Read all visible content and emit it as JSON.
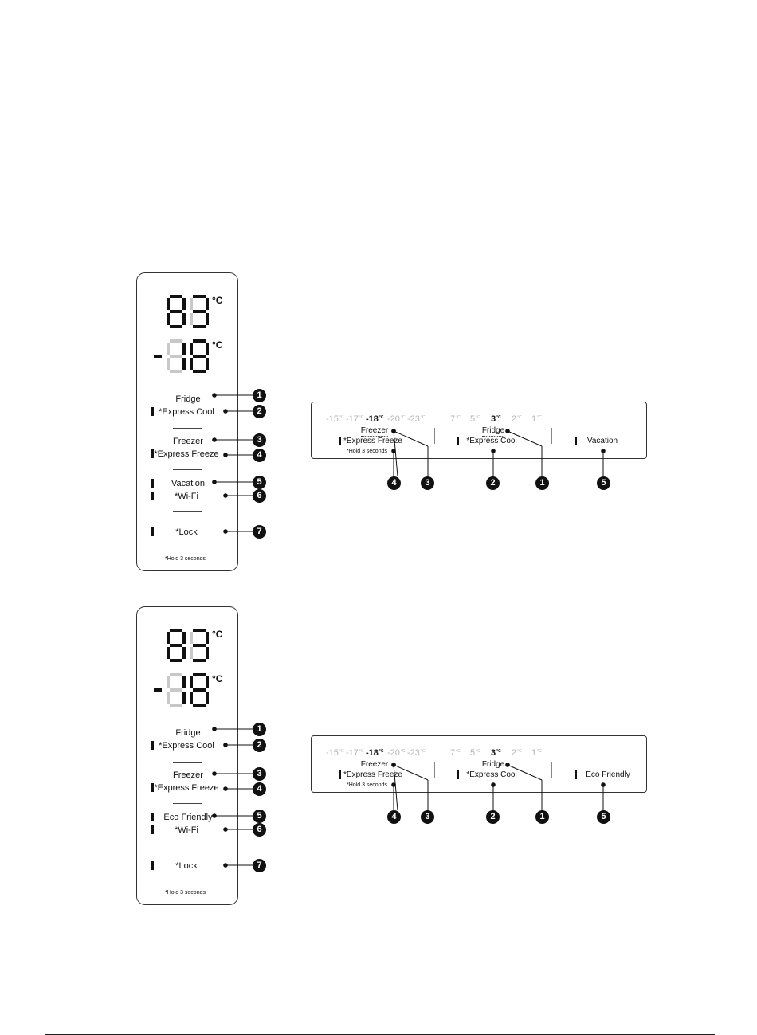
{
  "unit": "°C",
  "display": {
    "fridge_digits": "83",
    "freezer_digits": "-18"
  },
  "vertical_panel_a": {
    "labels": [
      "Fridge",
      "*Express Cool",
      "Freezer",
      "*Express Freeze",
      "Vacation",
      "*Wi-Fi",
      "*Lock"
    ],
    "callouts": [
      "1",
      "2",
      "3",
      "4",
      "5",
      "6",
      "7"
    ],
    "hold_note": "*Hold 3 seconds"
  },
  "vertical_panel_b": {
    "labels": [
      "Fridge",
      "*Express Cool",
      "Freezer",
      "*Express Freeze",
      "Eco Friendly",
      "*Wi-Fi",
      "*Lock"
    ],
    "callouts": [
      "1",
      "2",
      "3",
      "4",
      "5",
      "6",
      "7"
    ],
    "hold_note": "*Hold 3 seconds"
  },
  "horizontal_panel_a": {
    "freezer_temps": [
      "-15",
      "-17",
      "-18",
      "-20",
      "-23"
    ],
    "fridge_temps": [
      "7",
      "5",
      "3",
      "2",
      "1"
    ],
    "active_freezer": "-18",
    "active_fridge": "3",
    "labels": {
      "freezer": "Freezer",
      "express_freeze": "*Express Freeze",
      "hold": "*Hold 3 seconds",
      "fridge": "Fridge",
      "express_cool": "*Express Cool",
      "mode": "Vacation"
    },
    "callouts": [
      "4",
      "3",
      "2",
      "1",
      "5"
    ]
  },
  "horizontal_panel_b": {
    "freezer_temps": [
      "-15",
      "-17",
      "-18",
      "-20",
      "-23"
    ],
    "fridge_temps": [
      "7",
      "5",
      "3",
      "2",
      "1"
    ],
    "active_freezer": "-18",
    "active_fridge": "3",
    "labels": {
      "freezer": "Freezer",
      "express_freeze": "*Express Freeze",
      "hold": "*Hold 3 seconds",
      "fridge": "Fridge",
      "express_cool": "*Express Cool",
      "mode": "Eco Friendly"
    },
    "callouts": [
      "4",
      "3",
      "2",
      "1",
      "5"
    ]
  },
  "colors": {
    "segment_on": "#111111",
    "segment_off": "#c8c8c8",
    "inactive_temp": "#b5b5b5"
  }
}
